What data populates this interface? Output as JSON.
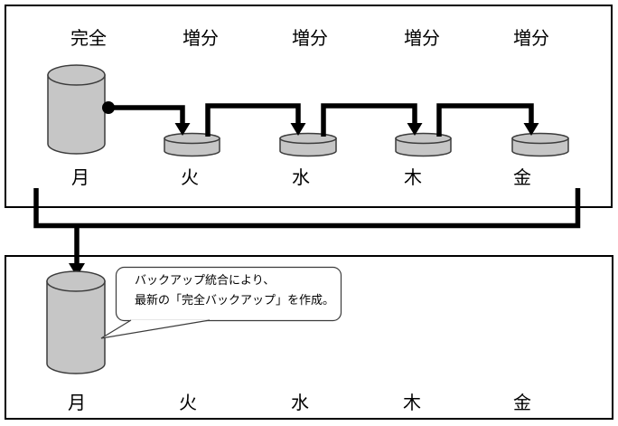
{
  "colors": {
    "background": "#ffffff",
    "panel_border": "#000000",
    "connector": "#000000",
    "cylinder_fill": "#c6c6c6",
    "cylinder_stroke": "#3c3c3c",
    "callout_border": "#3c3c3c",
    "text": "#000000"
  },
  "week1": {
    "backup_type_labels": [
      "完全",
      "増分",
      "増分",
      "増分",
      "増分"
    ],
    "day_labels": [
      "月",
      "火",
      "水",
      "木",
      "金"
    ]
  },
  "week2": {
    "day_labels": [
      "月",
      "火",
      "水",
      "木",
      "金"
    ],
    "callout": {
      "line1": "バックアップ統合により、",
      "line2": "最新の「完全バックアップ」を作成。"
    }
  }
}
